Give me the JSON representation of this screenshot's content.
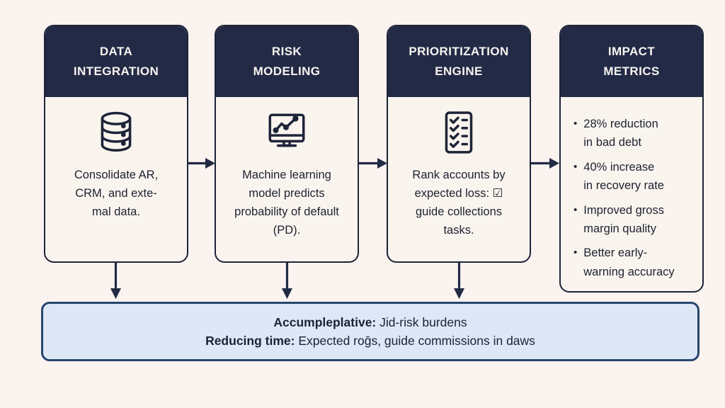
{
  "colors": {
    "page_background": "#fbf3ef",
    "card_background": "#faf4ee",
    "header_background": "#232a46",
    "header_text": "#f7f4f1",
    "body_text": "#1c2230",
    "outline": "#1e2438",
    "banner_background": "#dde7f6",
    "banner_border": "#27466f"
  },
  "cards": [
    {
      "title": "DATA\nINTEGRATION",
      "icon": "database-icon",
      "body": "Consolidate AR,\nCRM, and exte-\nmal data."
    },
    {
      "title": "RISK\nMODELING",
      "icon": "monitor-chart-icon",
      "body": "Machine learning\nmodel predicts\nprobability of default\n(PD)."
    },
    {
      "title": "PRIORITIZATION\nENGINE",
      "icon": "checklist-icon",
      "body": "Rank accounts by\nexpected loss: ☑\nguide collections\ntasks."
    },
    {
      "title": "IMPACT\nMETRICS",
      "icon": "none",
      "bullet_marker": "•",
      "bullets": [
        "28% reduction\nin bad debt",
        "40% increase\nin recovery rate",
        "Improved gross\nmargin quality",
        "Better early-\nwarning accuracy"
      ]
    }
  ],
  "banner": {
    "line1_label": "Accumpleplative:",
    "line1_text": " Jid-risk burdens",
    "line2_label": "Reducing time:",
    "line2_text": " Expected roḡs, guide commissions in daws"
  }
}
